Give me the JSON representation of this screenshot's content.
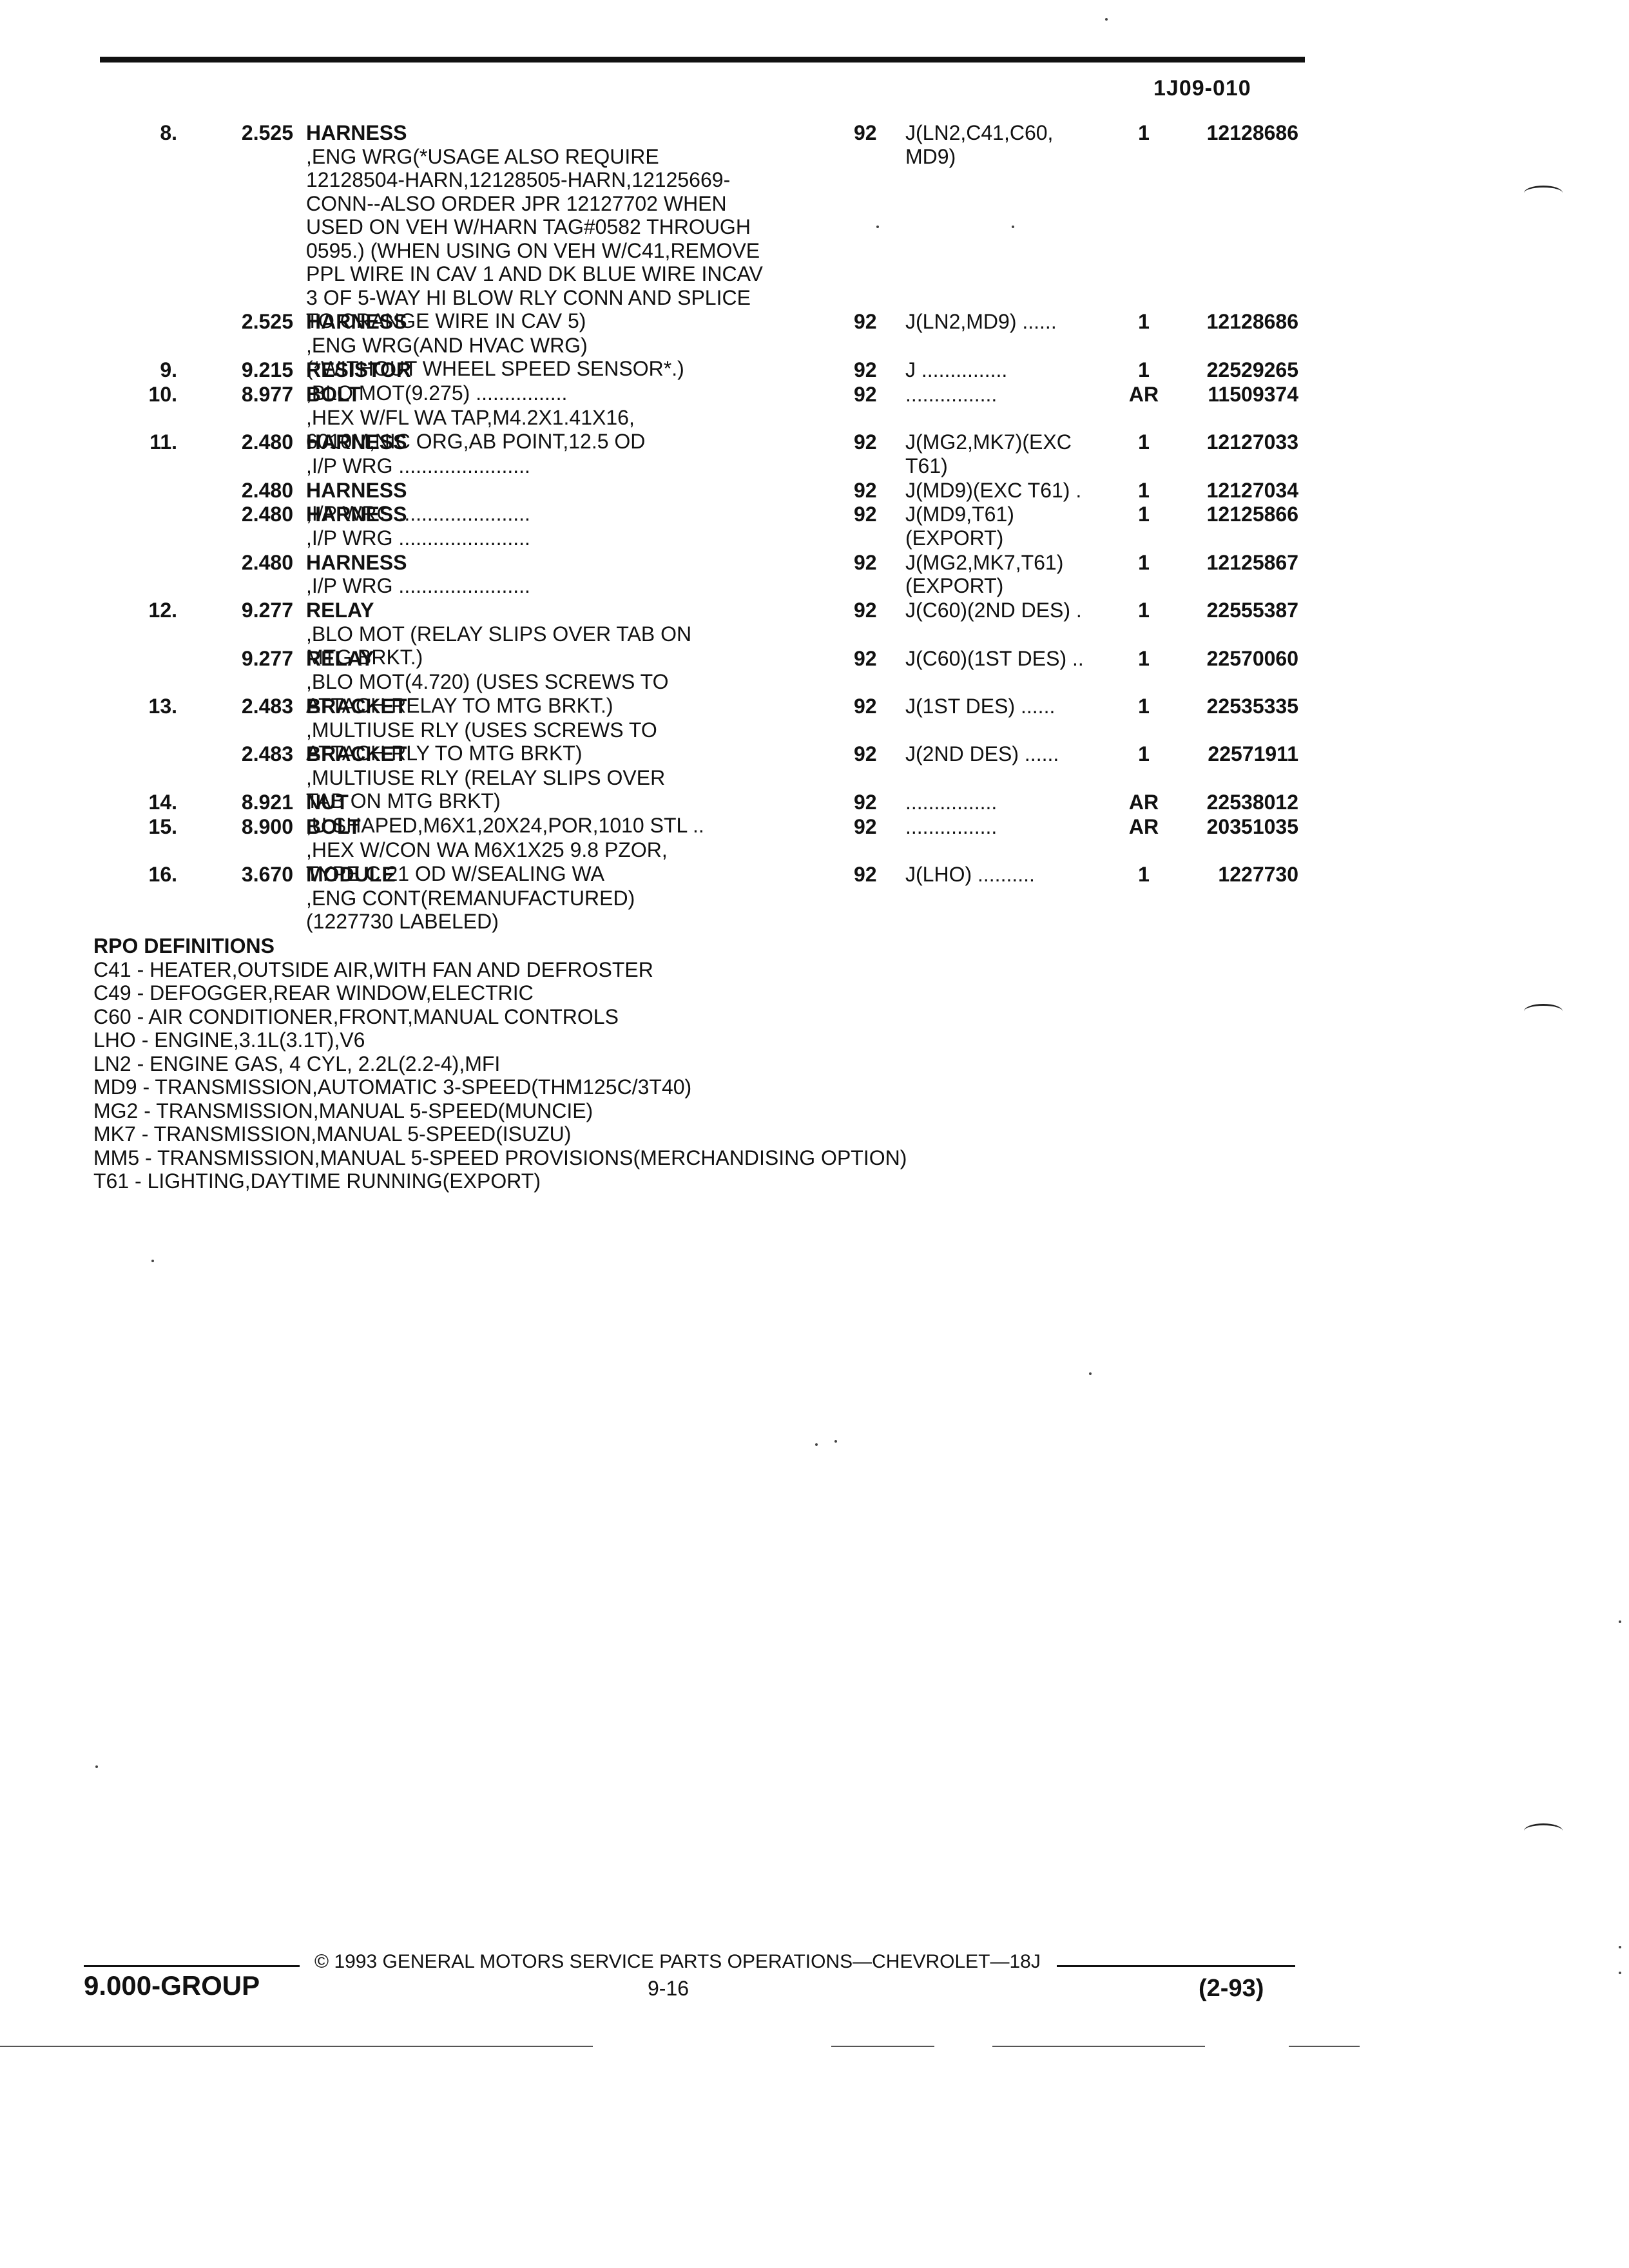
{
  "header": {
    "page_code": "1J09-010"
  },
  "parts_list": [
    {
      "item": "8.",
      "group": "2.525",
      "name": "HARNESS",
      "desc": " ,ENG WRG(*USAGE ALSO REQUIRE\n12128504-HARN,12128505-HARN,12125669-\nCONN--ALSO ORDER JPR 12127702 WHEN\nUSED ON VEH W/HARN TAG#0582 THROUGH\n0595.) (WHEN USING ON VEH W/C41,REMOVE\nPPL WIRE IN CAV 1 AND DK BLUE WIRE INCAV\n3 OF 5-WAY HI BLOW RLY CONN AND SPLICE\nTO ORANGE WIRE IN CAV 5)",
      "year": "92",
      "usage": "J(LN2,C41,C60,\nMD9)",
      "qty": "1",
      "part": "12128686"
    },
    {
      "item": "",
      "group": "2.525",
      "name": "HARNESS",
      "desc": " ,ENG WRG(AND HVAC WRG)\n(*WITHOUT WHEEL SPEED SENSOR*.)",
      "year": "92",
      "usage": "J(LN2,MD9) ......",
      "qty": "1",
      "part": "12128686"
    },
    {
      "item": "9.",
      "group": "9.215",
      "name": "RESISTOR",
      "desc": " ,BLO MOT(9.275) ................",
      "year": "92",
      "usage": "J ...............",
      "qty": "1",
      "part": "22529265"
    },
    {
      "item": "10.",
      "group": "8.977",
      "name": "BOLT",
      "desc": " ,HEX W/FL WA TAP,M4.2X1.41X16,\n6010M,NIC ORG,AB POINT,12.5 OD",
      "year": "92",
      "usage": "................",
      "qty": "AR",
      "part": "11509374"
    },
    {
      "item": "11.",
      "group": "2.480",
      "name": "HARNESS",
      "desc": " ,I/P WRG .......................",
      "year": "92",
      "usage": "J(MG2,MK7)(EXC\nT61)",
      "qty": "1",
      "part": "12127033"
    },
    {
      "item": "",
      "group": "2.480",
      "name": "HARNESS",
      "desc": " ,I/P WRG .......................",
      "year": "92",
      "usage": "J(MD9)(EXC T61) .",
      "qty": "1",
      "part": "12127034"
    },
    {
      "item": "",
      "group": "2.480",
      "name": "HARNESS",
      "desc": " ,I/P WRG .......................",
      "year": "92",
      "usage": "J(MD9,T61)\n(EXPORT)",
      "qty": "1",
      "part": "12125866"
    },
    {
      "item": "",
      "group": "2.480",
      "name": "HARNESS",
      "desc": " ,I/P WRG .......................",
      "year": "92",
      "usage": "J(MG2,MK7,T61)\n(EXPORT)",
      "qty": "1",
      "part": "12125867"
    },
    {
      "item": "12.",
      "group": "9.277",
      "name": "RELAY",
      "desc": " ,BLO MOT (RELAY SLIPS OVER TAB ON\nMTG BRKT.)",
      "year": "92",
      "usage": "J(C60)(2ND DES) .",
      "qty": "1",
      "part": "22555387"
    },
    {
      "item": "",
      "group": "9.277",
      "name": "RELAY",
      "desc": " ,BLO MOT(4.720) (USES SCREWS TO\nATTACH RELAY TO MTG BRKT.)",
      "year": "92",
      "usage": "J(C60)(1ST DES) ..",
      "qty": "1",
      "part": "22570060"
    },
    {
      "item": "13.",
      "group": "2.483",
      "name": "BRACKET",
      "desc": " ,MULTIUSE RLY (USES SCREWS TO\nATTACH RLY TO MTG BRKT)",
      "year": "92",
      "usage": "J(1ST DES) ......",
      "qty": "1",
      "part": "22535335"
    },
    {
      "item": "",
      "group": "2.483",
      "name": "BRACKET",
      "desc": " ,MULTIUSE RLY (RELAY SLIPS OVER\nTAB ON MTG BRKT)",
      "year": "92",
      "usage": "J(2ND DES) ......",
      "qty": "1",
      "part": "22571911"
    },
    {
      "item": "14.",
      "group": "8.921",
      "name": "NUT",
      "desc": " ,U SHAPED,M6X1,20X24,POR,1010 STL ..",
      "year": "92",
      "usage": "................",
      "qty": "AR",
      "part": "22538012"
    },
    {
      "item": "15.",
      "group": "8.900",
      "name": "BOLT",
      "desc": " ,HEX W/CON WA M6X1X25 9.8 PZOR,\nTYPE C 21 OD W/SEALING WA",
      "year": "92",
      "usage": "................",
      "qty": "AR",
      "part": "20351035"
    },
    {
      "item": "16.",
      "group": "3.670",
      "name": "MODULE",
      "desc": " ,ENG CONT(REMANUFACTURED)\n(1227730 LABELED)",
      "year": "92",
      "usage": "J(LHO) ..........",
      "qty": "1",
      "part": "1227730"
    }
  ],
  "rpo": {
    "title": "RPO DEFINITIONS",
    "items": [
      "C41 - HEATER,OUTSIDE AIR,WITH FAN AND DEFROSTER",
      "C49 - DEFOGGER,REAR WINDOW,ELECTRIC",
      "C60 - AIR CONDITIONER,FRONT,MANUAL CONTROLS",
      "LHO - ENGINE,3.1L(3.1T),V6",
      "LN2 - ENGINE GAS, 4 CYL, 2.2L(2.2-4),MFI",
      "MD9 - TRANSMISSION,AUTOMATIC 3-SPEED(THM125C/3T40)",
      "MG2 - TRANSMISSION,MANUAL 5-SPEED(MUNCIE)",
      "MK7 - TRANSMISSION,MANUAL 5-SPEED(ISUZU)",
      "MM5 - TRANSMISSION,MANUAL 5-SPEED PROVISIONS(MERCHANDISING OPTION)",
      "T61 - LIGHTING,DAYTIME RUNNING(EXPORT)"
    ]
  },
  "footer": {
    "copyright": "© 1993 GENERAL MOTORS SERVICE PARTS OPERATIONS—CHEVROLET—18J",
    "group": "9.000-GROUP",
    "page": "9-16",
    "date": "(2-93)"
  }
}
